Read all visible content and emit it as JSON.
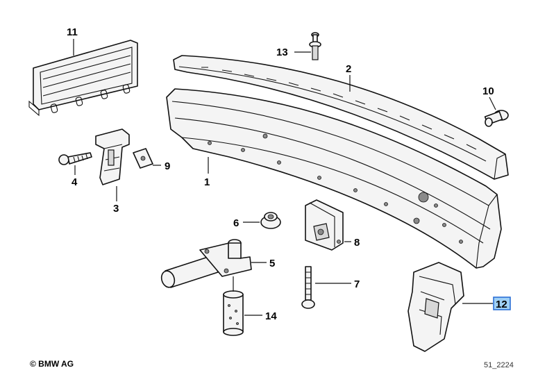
{
  "callouts": {
    "c1": "1",
    "c2": "2",
    "c3": "3",
    "c4": "4",
    "c5": "5",
    "c6": "6",
    "c7": "7",
    "c8": "8",
    "c9": "9",
    "c10": "10",
    "c11": "11",
    "c12": "12",
    "c13": "13",
    "c14": "14"
  },
  "highlighted_callout": "12",
  "footer": {
    "copyright": "© BMW AG",
    "drawing_number": "51_2224"
  },
  "colors": {
    "line": "#111111",
    "part_fill": "#f4f4f4",
    "highlight_fill": "#9fd0f5",
    "highlight_border": "#2b6fd6"
  }
}
